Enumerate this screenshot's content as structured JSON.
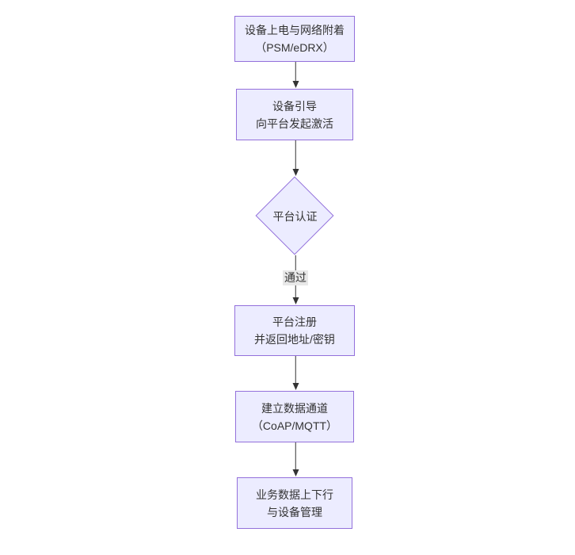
{
  "flowchart": {
    "colors": {
      "background": "#ffffff",
      "node_fill": "#ECECFF",
      "node_border": "#9370DB",
      "edge": "#333333",
      "edge_label_bg": "#e8e8e8",
      "text": "#333333"
    },
    "nodes": [
      {
        "shape": "rect",
        "lines": [
          "设备上电与网络附着",
          "（PSM/eDRX）"
        ]
      },
      {
        "shape": "rect",
        "lines": [
          "设备引导",
          "向平台发起激活"
        ]
      },
      {
        "shape": "diamond",
        "lines": [
          "平台认证"
        ]
      },
      {
        "shape": "rect",
        "lines": [
          "平台注册",
          "并返回地址/密钥"
        ]
      },
      {
        "shape": "rect",
        "lines": [
          "建立数据通道",
          "（CoAP/MQTT）"
        ]
      },
      {
        "shape": "rect",
        "lines": [
          "业务数据上下行",
          "与设备管理"
        ]
      }
    ],
    "edges": [
      {
        "label": ""
      },
      {
        "label": ""
      },
      {
        "label": "通过"
      },
      {
        "label": ""
      },
      {
        "label": ""
      }
    ]
  }
}
